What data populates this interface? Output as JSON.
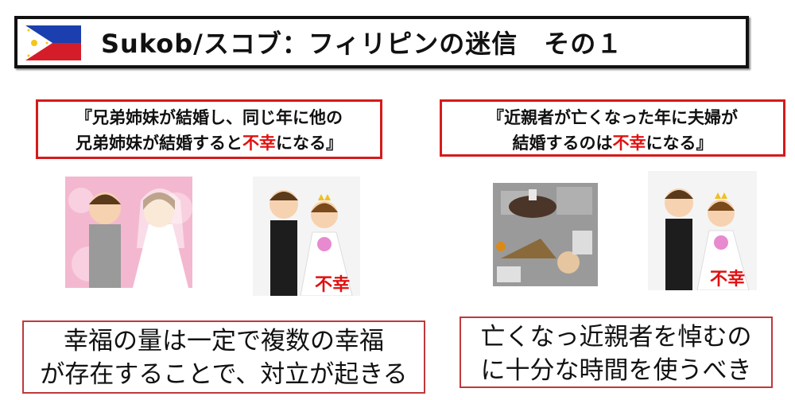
{
  "title": "Sukob/スコブ：フィリピンの迷信　その１",
  "flag_icon": "philippines-flag",
  "left": {
    "quote_line1": "『兄弟姉妹が結婚し、同じ年に他の",
    "quote_line2_pre": "兄弟姉妹が結婚すると",
    "quote_line2_red": "不幸",
    "quote_line2_post": "になる』",
    "image_label": "不幸",
    "summary_line1": "幸福の量は一定で複数の幸福",
    "summary_line2": "が存在することで、対立が起きる"
  },
  "right": {
    "quote_line1": "『近親者が亡くなった年に夫婦が",
    "quote_line2_pre": "結婚するのは",
    "quote_line2_red": "不幸",
    "quote_line2_post": "になる』",
    "image_label": "不幸",
    "summary_line1": "亡くなっ近親者を悼むの",
    "summary_line2": "に十分な時間を使うべき"
  },
  "colors": {
    "accent_red": "#e01010",
    "border_red": "#d61a1a"
  }
}
